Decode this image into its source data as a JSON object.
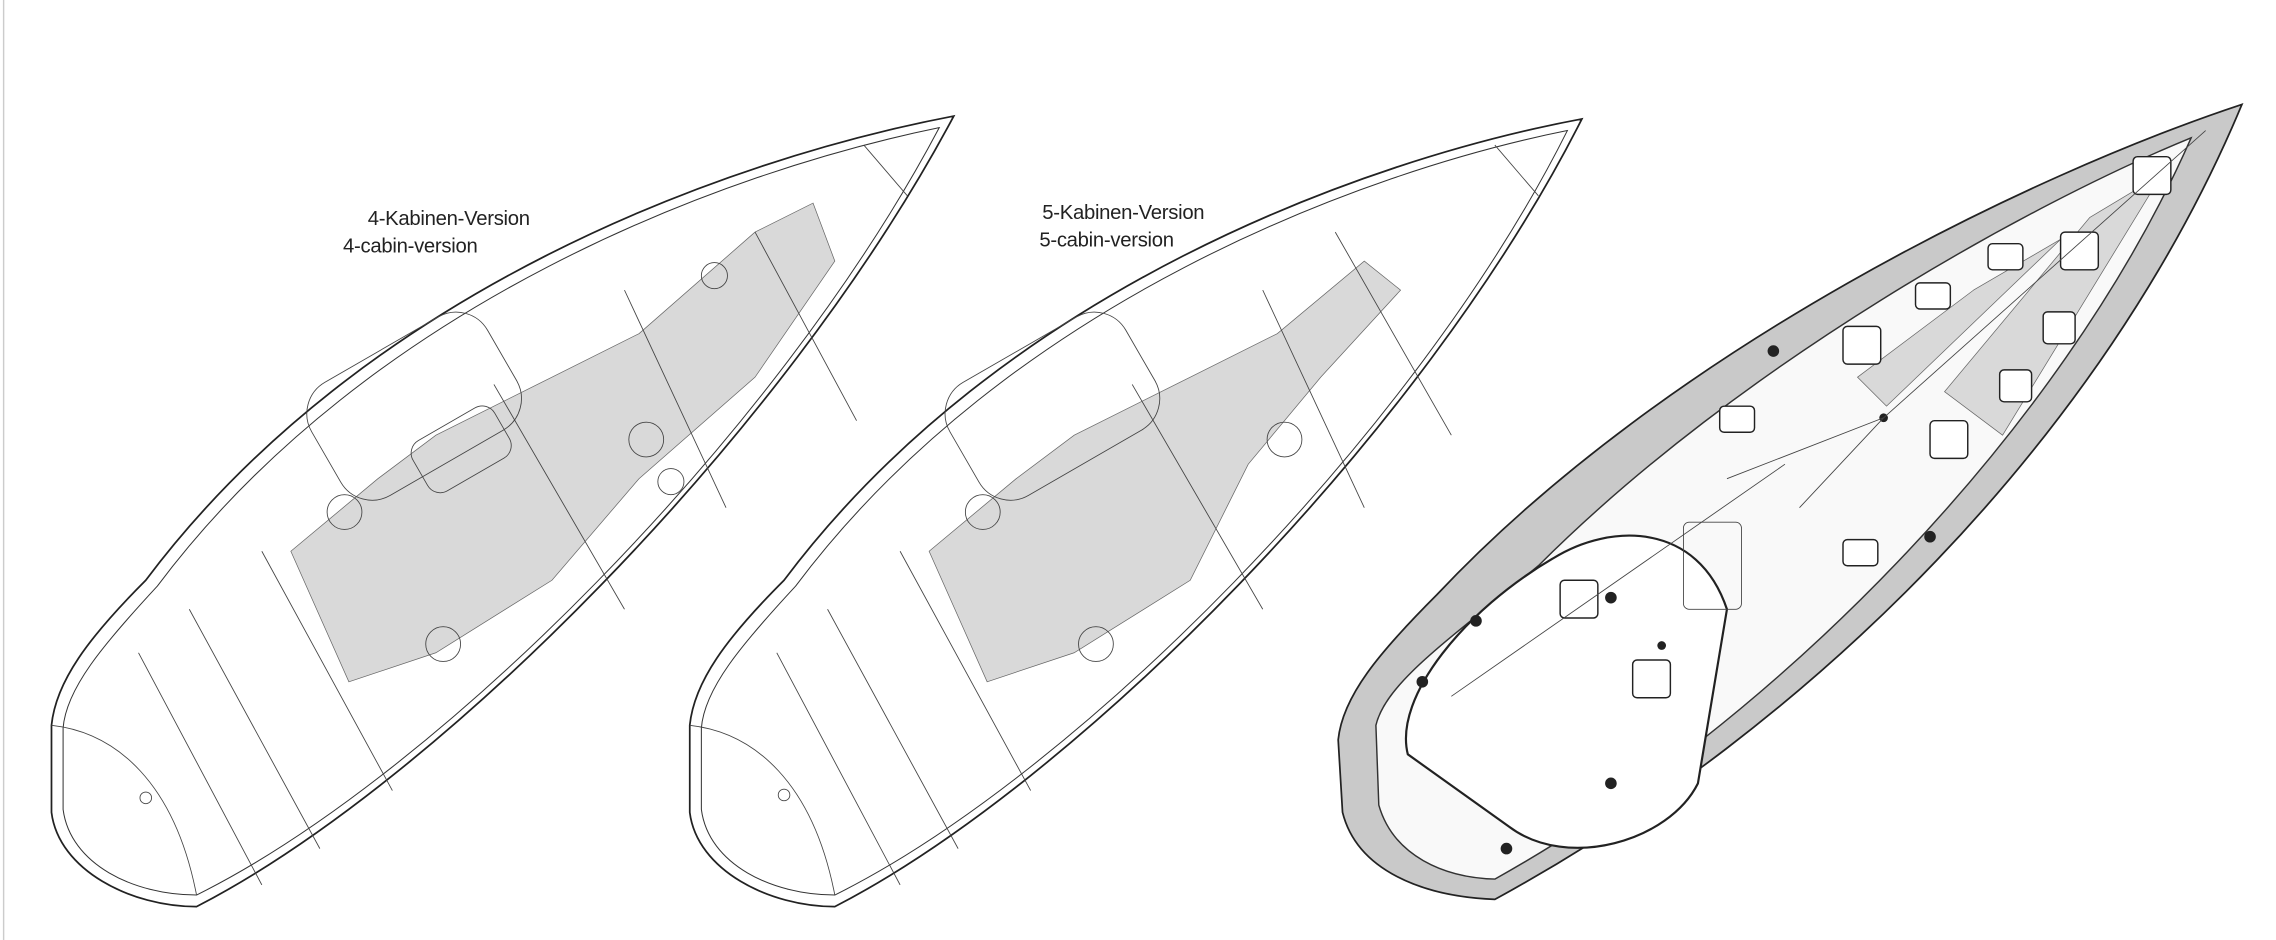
{
  "layouts": [
    {
      "title_de": "4-Kabinen-Version",
      "title_en": "4-cabin-version"
    },
    {
      "title_de": "5-Kabinen-Version",
      "title_en": "5-cabin-version"
    }
  ],
  "deck_plan": {}
}
